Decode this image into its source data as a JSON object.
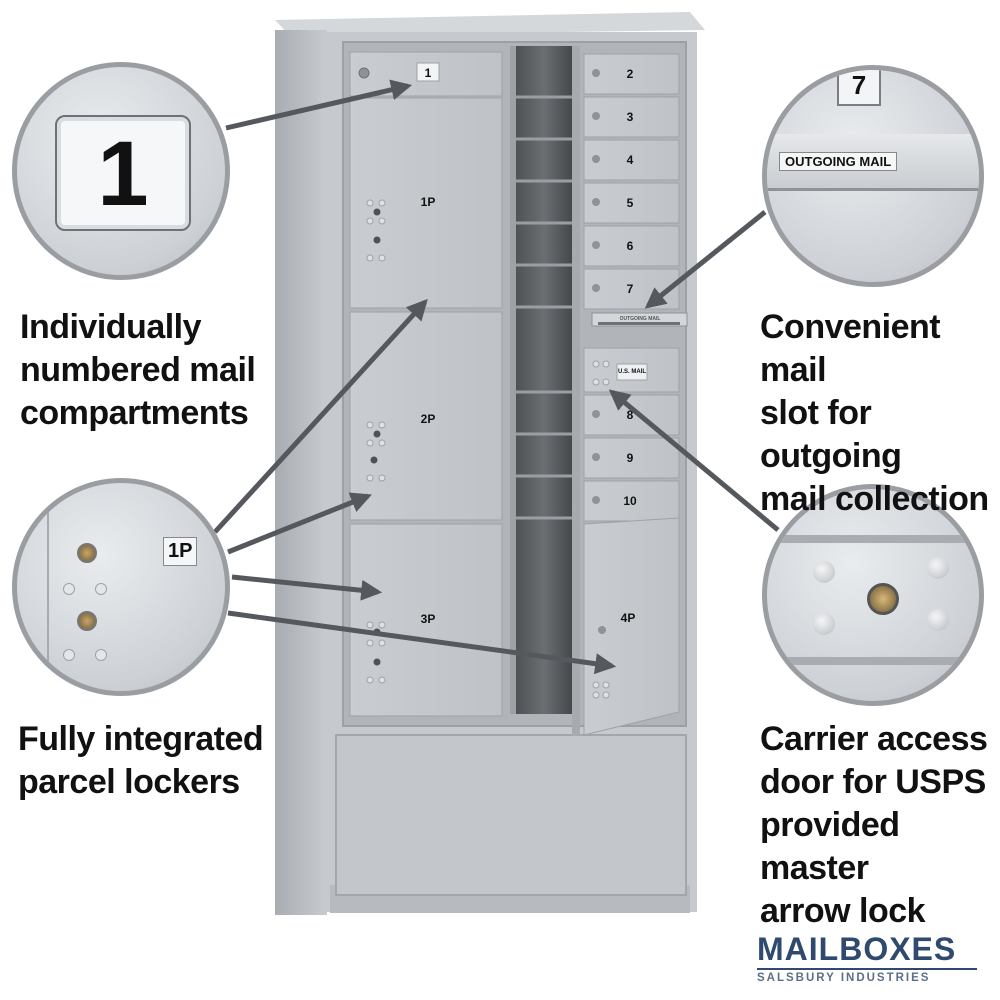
{
  "lockers": {
    "compartment_numbers": [
      "1",
      "2",
      "3",
      "4",
      "5",
      "6",
      "7",
      "8",
      "9",
      "10"
    ],
    "parcel_labels": [
      "1P",
      "2P",
      "3P",
      "4P"
    ],
    "usps_plate": "U.S. MAIL",
    "slot_plate": "OUTGOING MAIL"
  },
  "callouts": {
    "numbered": {
      "caption": [
        "Individually",
        "numbered mail",
        "compartments"
      ],
      "zoom_number": "1"
    },
    "outgoing": {
      "caption": [
        "Convenient mail",
        "slot for outgoing",
        "mail collection"
      ],
      "zoom_number": "7",
      "zoom_label": "OUTGOING MAIL"
    },
    "parcel": {
      "caption": [
        "Fully integrated",
        "parcel lockers"
      ],
      "zoom_label": "1P"
    },
    "carrier": {
      "caption": [
        "Carrier access",
        "door for USPS",
        "provided master",
        "arrow lock"
      ]
    }
  },
  "brand": {
    "name": "MAILBOXES",
    "tagline": "SALSBURY INDUSTRIES"
  },
  "colors": {
    "metal": "#c4c8cc",
    "metal_dark": "#8e9399",
    "arrow": "#55595e",
    "brand": "#2f4a6e"
  }
}
